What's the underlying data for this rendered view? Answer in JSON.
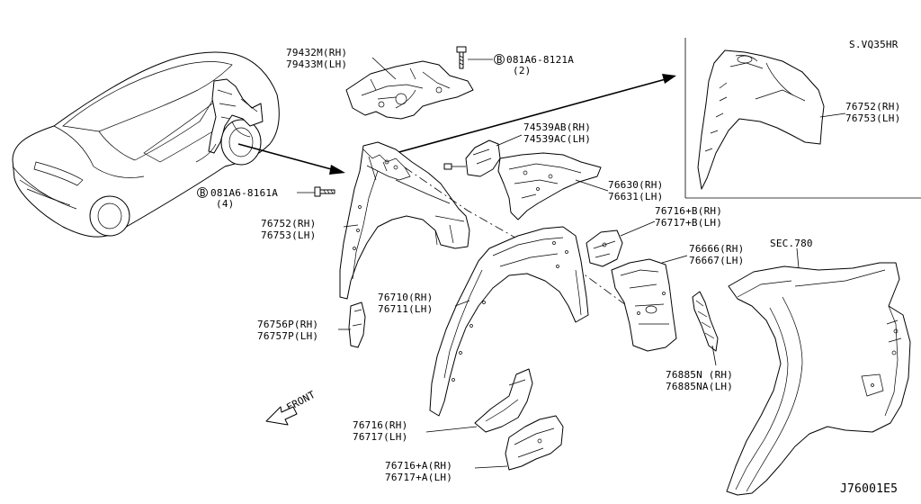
{
  "inset": {
    "engine_label": "S.VQ35HR",
    "part_rh": "76752(RH)",
    "part_lh": "76753(LH)"
  },
  "parts": {
    "p79432": {
      "rh": "79432M(RH)",
      "lh": "79433M(LH)"
    },
    "bolt_top": {
      "badge": "B",
      "code": "081A6-8121A",
      "qty": "(2)"
    },
    "bolt_left": {
      "badge": "B",
      "code": "081A6-8161A",
      "qty": "(4)"
    },
    "p74539": {
      "rh": "74539AB(RH)",
      "lh": "74539AC(LH)"
    },
    "p76630": {
      "rh": "76630(RH)",
      "lh": "76631(LH)"
    },
    "p76752": {
      "rh": "76752(RH)",
      "lh": "76753(LH)"
    },
    "p76716b": {
      "rh": "76716+B(RH)",
      "lh": "76717+B(LH)"
    },
    "p76666": {
      "rh": "76666(RH)",
      "lh": "76667(LH)"
    },
    "p76710": {
      "rh": "76710(RH)",
      "lh": "76711(LH)"
    },
    "p76756": {
      "rh": "76756P(RH)",
      "lh": "76757P(LH)"
    },
    "p76885": {
      "rh": "76885N (RH)",
      "lh": "76885NA(LH)"
    },
    "p76716": {
      "rh": "76716(RH)",
      "lh": "76717(LH)"
    },
    "p76716a": {
      "rh": "76716+A(RH)",
      "lh": "76717+A(LH)"
    },
    "sec": "SEC.780"
  },
  "front_label": "FRONT",
  "diagram_code": "J76001E5"
}
